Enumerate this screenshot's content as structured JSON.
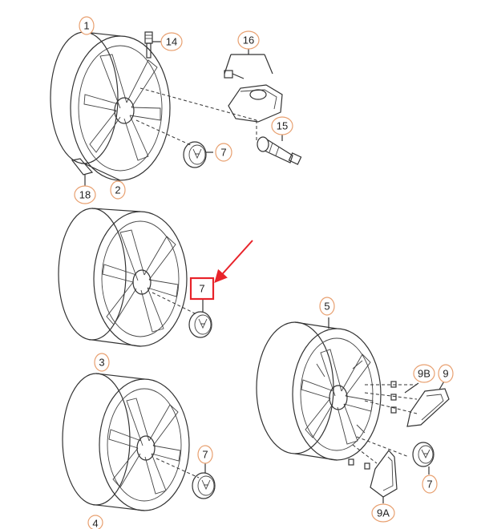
{
  "callouts": {
    "c1": "1",
    "c14": "14",
    "c16": "16",
    "c7a": "7",
    "c15": "15",
    "c18": "18",
    "c2": "2",
    "c7b": "7",
    "c5": "5",
    "c3": "3",
    "c9b": "9B",
    "c9": "9",
    "c7c": "7",
    "c7d": "7",
    "c9a": "9A",
    "c4": "4"
  },
  "highlight": {
    "color": "#e8232a",
    "target": "7"
  }
}
